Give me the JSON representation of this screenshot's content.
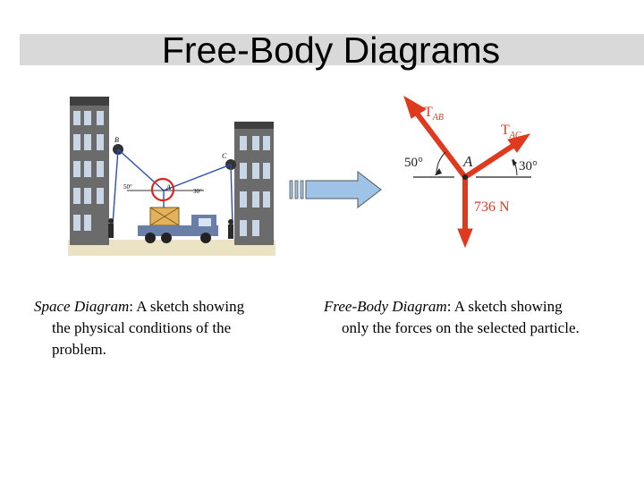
{
  "title": "Free-Body Diagrams",
  "space_diagram": {
    "label_b": "B",
    "label_c": "C",
    "label_a": "A",
    "angle_left": "50°",
    "angle_right": "30°"
  },
  "free_body_diagram": {
    "tension_ab_main": "T",
    "tension_ab_sub": "AB",
    "tension_ac_main": "T",
    "tension_ac_sub": "AC",
    "angle_left": "50°",
    "angle_right": "30°",
    "point": "A",
    "weight": "736 N"
  },
  "captions": {
    "left": {
      "term": "Space Diagram",
      "text1": ":  A sketch showing",
      "line2": "the physical conditions of the",
      "line3": "problem."
    },
    "right": {
      "term": "Free-Body Diagram",
      "text1": ":  A sketch showing",
      "line2": "only the forces on the selected particle."
    }
  },
  "colors": {
    "force_arrow": "#e03a1e",
    "cable": "#2a4fb0",
    "building": "#555555",
    "block_arrow": "#9fc3e7",
    "title_band": "#d9d9d9"
  }
}
